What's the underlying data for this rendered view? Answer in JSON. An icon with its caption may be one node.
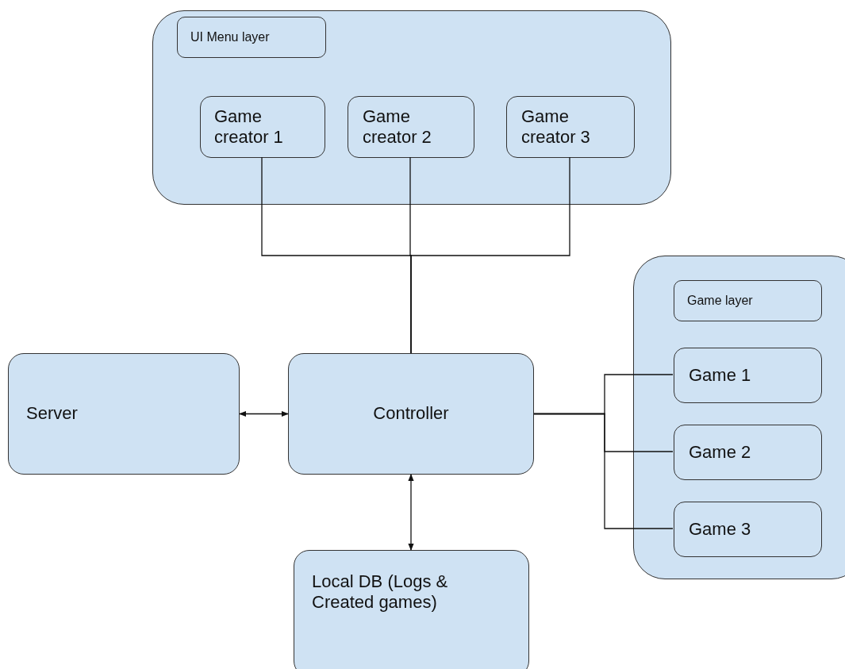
{
  "diagram": {
    "nodes": [
      {
        "text": [],
        "shape": "box"
      },
      {
        "text": [
          "UI Menu layer"
        ],
        "in": 0
      },
      {
        "text": [
          "Game creator 1"
        ],
        "in": 0
      },
      {
        "text": [
          "Game creator 2"
        ],
        "in": 0
      },
      {
        "text": [
          "Game creator 3"
        ],
        "in": 0
      },
      {
        "text": [],
        "shape": "box"
      },
      {
        "text": [
          "Game layer"
        ],
        "in": 5
      },
      {
        "text": [
          "Game 1"
        ],
        "in": 5
      },
      {
        "text": [
          "Game 2"
        ],
        "in": 5
      },
      {
        "text": [
          "Game 3"
        ],
        "in": 5
      },
      {
        "text": [
          "Server"
        ]
      },
      {
        "text": [
          "Controller"
        ]
      },
      {
        "text": [
          "Local DB (Logs & Created games)"
        ]
      }
    ],
    "edges": [
      {
        "from": 2,
        "to": 11,
        "arrow": "none"
      },
      {
        "from": 3,
        "to": 11,
        "arrow": "none"
      },
      {
        "from": 4,
        "to": 11,
        "arrow": "none"
      },
      {
        "from": 11,
        "to": 7,
        "arrow": "none"
      },
      {
        "from": 11,
        "to": 8,
        "arrow": "none"
      },
      {
        "from": 11,
        "to": 9,
        "arrow": "none"
      },
      {
        "from": 10,
        "to": 11,
        "arrow": "both"
      },
      {
        "from": 11,
        "to": 12,
        "arrow": "both"
      }
    ]
  }
}
